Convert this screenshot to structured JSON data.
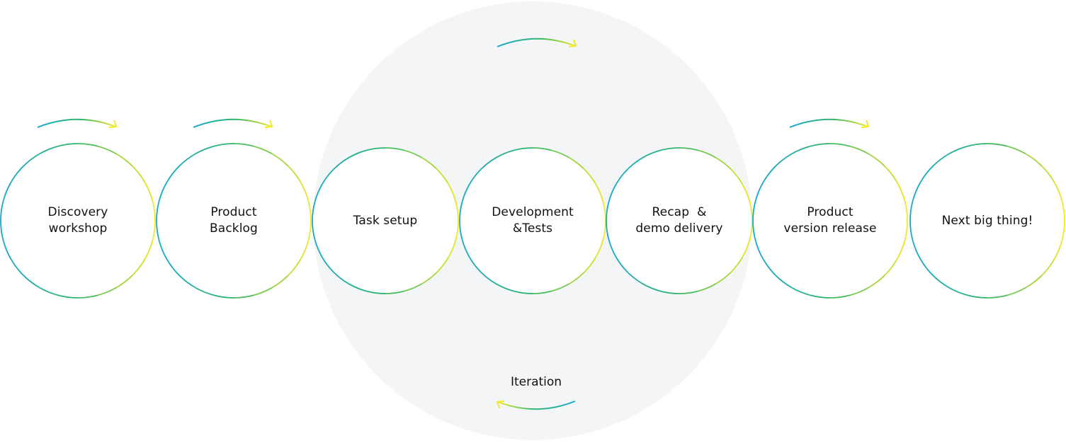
{
  "colors": {
    "gradient_start": "#16a9cf",
    "gradient_mid": "#2fb56a",
    "gradient_end": "#f2ea25",
    "iteration_background": "#f3f5f7",
    "text": "#111111",
    "circle_fill": "#ffffff"
  },
  "steps": [
    {
      "lines": [
        "Discovery",
        "workshop"
      ],
      "in_iteration": false,
      "arrow_above": true
    },
    {
      "lines": [
        "Product",
        "Backlog"
      ],
      "in_iteration": false,
      "arrow_above": true
    },
    {
      "lines": [
        "Task setup"
      ],
      "in_iteration": true,
      "arrow_above": false
    },
    {
      "lines": [
        "Development",
        "&Tests"
      ],
      "in_iteration": true,
      "arrow_above": false
    },
    {
      "lines": [
        "Recap  &",
        "demo delivery"
      ],
      "in_iteration": true,
      "arrow_above": false
    },
    {
      "lines": [
        "Product",
        "version release"
      ],
      "in_iteration": false,
      "arrow_above": true
    },
    {
      "lines": [
        "Next big thing!"
      ],
      "in_iteration": false,
      "arrow_above": false
    }
  ],
  "iteration": {
    "label": "Iteration"
  }
}
